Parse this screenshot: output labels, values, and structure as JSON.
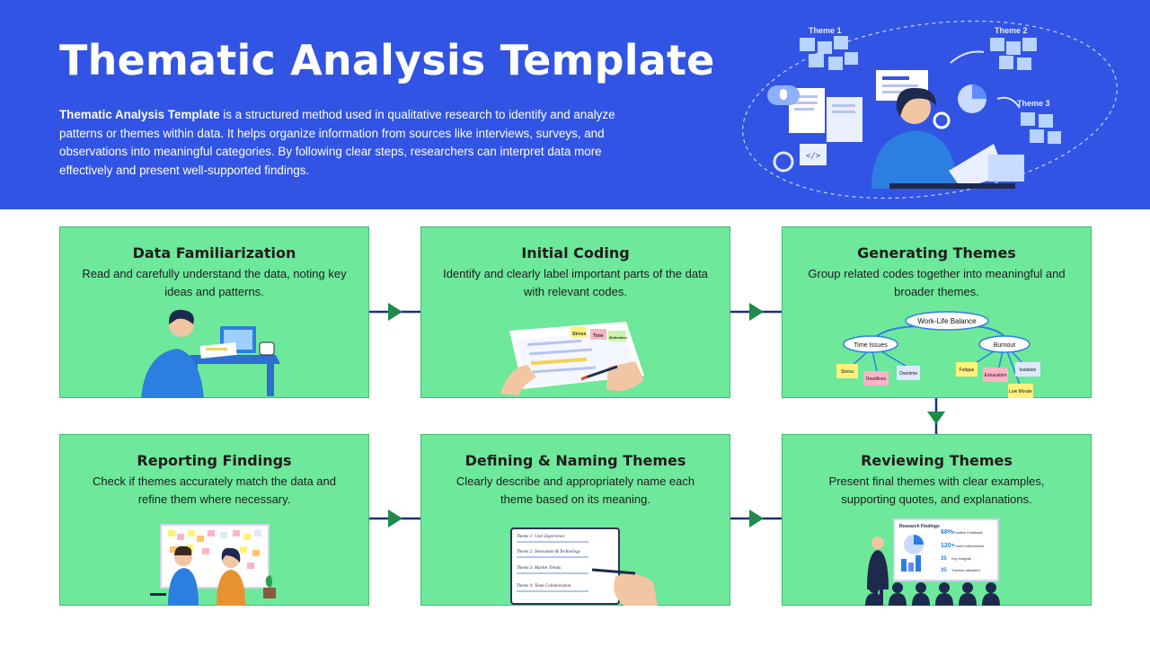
{
  "header": {
    "title": "Thematic Analysis Template",
    "description_bold": "Thematic Analysis Template",
    "description_rest": " is a structured method used in qualitative research to identify and analyze patterns or themes within data. It helps organize information from sources like interviews, surveys, and observations into meaningful categories. By following clear steps, researchers can interpret data more effectively and present well-supported findings.",
    "hero_labels": [
      "Theme 1",
      "Theme 2",
      "Theme 3"
    ]
  },
  "steps": [
    {
      "title": "Data Familiarization",
      "text": "Read and carefully understand the data, noting key ideas and patterns."
    },
    {
      "title": "Initial Coding",
      "text": "Identify and clearly label important parts of the data with relevant codes."
    },
    {
      "title": "Generating Themes",
      "text": "Group related codes together into meaningful and broader themes."
    },
    {
      "title": "Reviewing Themes",
      "text": "Present final themes with clear examples, supporting quotes, and explanations."
    },
    {
      "title": "Defining & Naming Themes",
      "text": "Clearly describe and appropriately name each theme based on its meaning."
    },
    {
      "title": "Reporting Findings",
      "text": "Check if themes accurately match the data and refine them where necessary."
    }
  ],
  "coding_notes": [
    "Stress",
    "Time",
    "Motivation"
  ],
  "theme_map": {
    "root": "Work-Life Balance",
    "branches": [
      "Time Issues",
      "Burnout"
    ],
    "leaves": [
      "Stress",
      "Deadlines",
      "Overtime",
      "Fatigue",
      "Exhaustion",
      "Isolation",
      "Low Morale"
    ]
  },
  "theme_doc": {
    "lines": [
      "Theme 1: User Experience",
      "Theme 2: Innovation & Technology",
      "Theme 3: Market Trends",
      "Theme 4: Team Collaboration"
    ]
  },
  "findings_board": {
    "heading": "Research Findings",
    "stats": [
      "68%",
      "120+",
      "35",
      "35"
    ],
    "stat_labels": [
      "Positive Feedback",
      "Users Interviewed",
      "Key Insights",
      "Themes Identified"
    ]
  },
  "colors": {
    "header_bg": "#3154e4",
    "card_bg": "#6ee89b",
    "connector_line": "#1f2f7a",
    "connector_arrow": "#1f8a4c"
  }
}
